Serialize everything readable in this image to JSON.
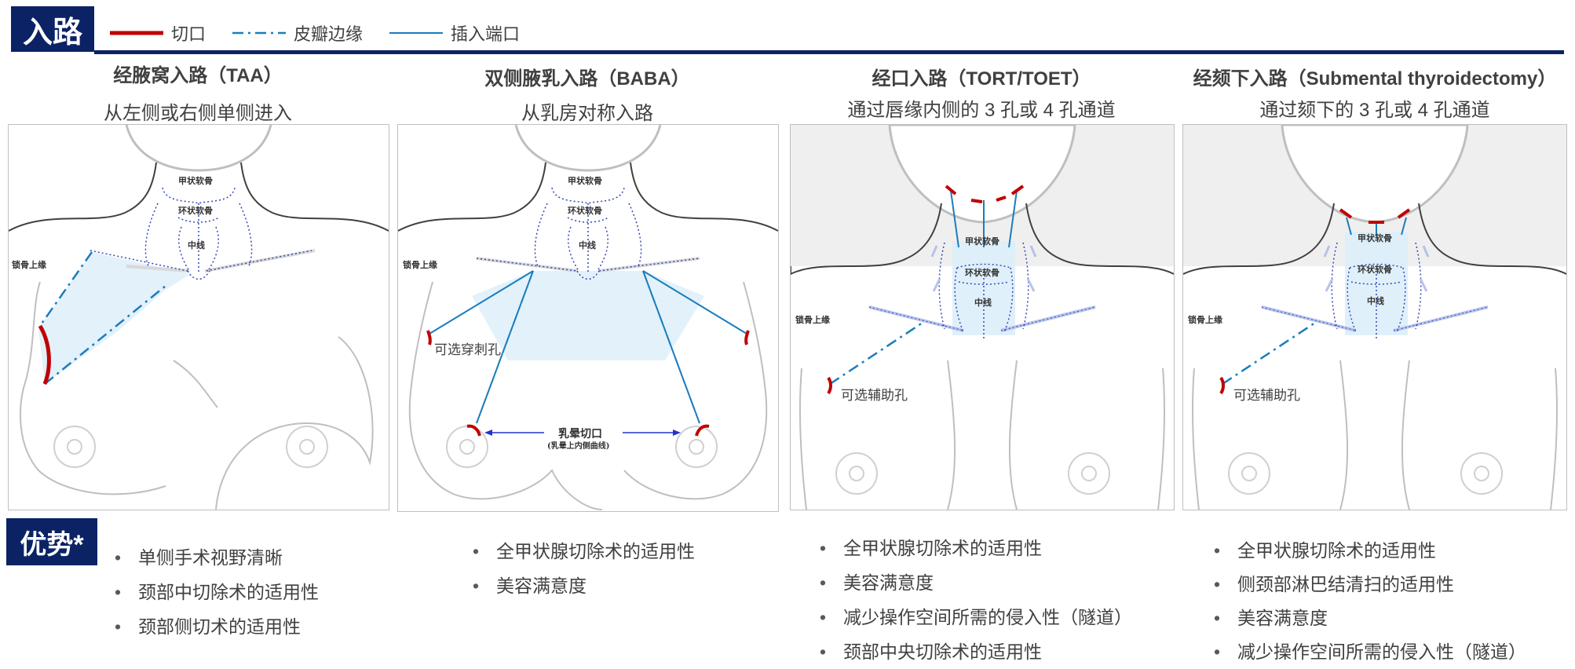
{
  "header": {
    "section_tag": "入路",
    "advantage_tag": "优势*"
  },
  "legend": [
    {
      "label": "切口",
      "color": "#c00000"
    },
    {
      "label": "皮瓣边缘",
      "color": "#1a7dbd"
    },
    {
      "label": "插入端口",
      "color": "#1a7dbd"
    }
  ],
  "labels": {
    "thyroid": "甲状软骨",
    "cricoid": "环状软骨",
    "midline": "中线",
    "clavicle": "锁骨上缘"
  },
  "panels": [
    {
      "title": "经腋窝入路（TAA）",
      "subtitle": "从左侧或右侧单侧进入",
      "bullets": [
        "单侧手术视野清晰",
        "颈部中切除术的适用性",
        "颈部侧切术的适用性"
      ]
    },
    {
      "title": "双侧腋乳入路（BABA）",
      "subtitle": "从乳房对称入路",
      "note_optional": "可选穿刺孔",
      "note_areola": "乳晕切口",
      "note_areola_sub": "(乳晕上内侧曲线)",
      "bullets": [
        "全甲状腺切除术的适用性",
        "美容满意度"
      ]
    },
    {
      "title": "经口入路（TORT/TOET）",
      "subtitle": "通过唇缘内侧的 3 孔或 4 孔通道",
      "note_optional": "可选辅助孔",
      "bullets": [
        "全甲状腺切除术的适用性",
        "美容满意度",
        "减少操作空间所需的侵入性（隧道）",
        "颈部中央切除术的适用性"
      ]
    },
    {
      "title": "经颏下入路（Submental thyroidectomy）",
      "subtitle": "通过颏下的 3 孔或 4 孔通道",
      "note_optional": "可选辅助孔",
      "bullets": [
        "全甲状腺切除术的适用性",
        "侧颈部淋巴结清扫的适用性",
        "美容满意度",
        "减少操作空间所需的侵入性（隧道）"
      ]
    }
  ]
}
